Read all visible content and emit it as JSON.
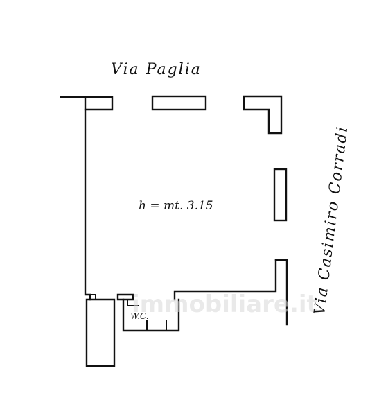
{
  "plan": {
    "street_top": "Via Paglia",
    "street_right": "Via Casimiro Corradi",
    "ceiling_height": "h = mt. 3.15",
    "room_wc": "W.C."
  },
  "watermark": {
    "text": "immobiliare.it"
  }
}
